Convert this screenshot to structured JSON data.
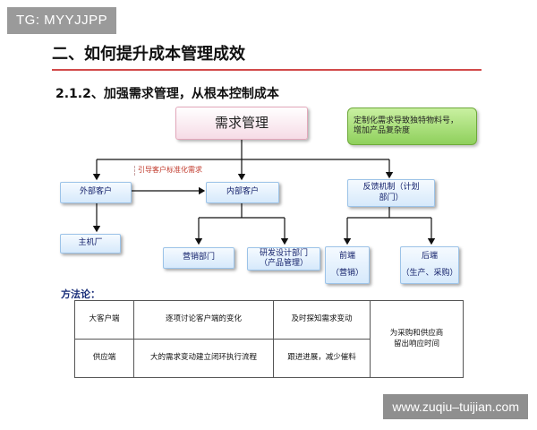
{
  "watermarks": {
    "top_left": "TG: MYYJJPP",
    "bottom_right": "www.zuqiu–tuijian.com"
  },
  "header": {
    "title": "二、如何提升成本管理成效",
    "subtitle": "2.1.2、加强需求管理，从根本控制成本"
  },
  "diagram": {
    "root": "需求管理",
    "green_note_line1": "定制化需求导致独特物料号，",
    "green_note_line2": "增加产品复杂度",
    "guide_note": "引导客户标准化需求",
    "external_customer": "外部客户",
    "internal_customer": "内部客户",
    "feedback_line1": "反馈机制（计划",
    "feedback_line2": "部门）",
    "oem": "主机厂",
    "marketing": "营销部门",
    "rnd_line1": "研发设计部门",
    "rnd_line2": "（产品管理）",
    "frontend_line1": "前端",
    "frontend_line2": "（营销）",
    "backend_line1": "后端",
    "backend_line2": "（生产、采购）"
  },
  "methodology": {
    "label": "方法论：",
    "rows": [
      {
        "name": "大客户端",
        "action": "逐项讨论客户端的变化",
        "response": "及时探知需求变动"
      },
      {
        "name": "供应端",
        "action": "大的需求变动建立闭环执行流程",
        "response": "跟进进展，减少催料"
      }
    ],
    "merged_line1": "为采购和供应商",
    "merged_line2": "留出响应时间"
  },
  "colors": {
    "title_rule": "#d24a4a",
    "node_blue": "#d6e9fb",
    "node_pink": "#f6dce6",
    "node_green": "#8fd05c",
    "guide_text": "#c0392b"
  }
}
